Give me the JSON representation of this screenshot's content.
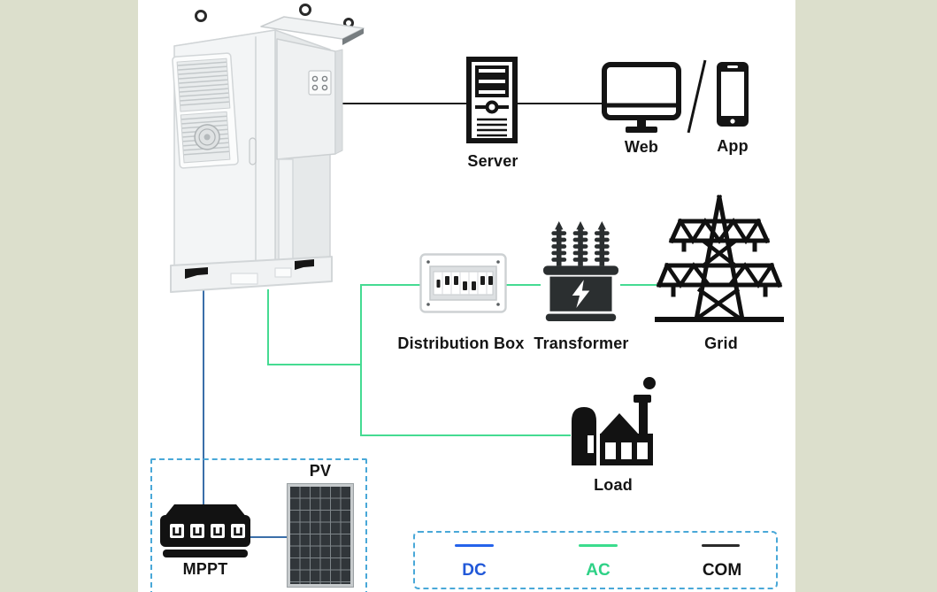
{
  "nodes": {
    "server": {
      "label": "Server"
    },
    "web": {
      "label": "Web"
    },
    "app": {
      "label": "App"
    },
    "web_app_separator": "/",
    "distribution_box": {
      "label": "Distribution Box"
    },
    "transformer": {
      "label": "Transformer"
    },
    "grid": {
      "label": "Grid"
    },
    "load": {
      "label": "Load"
    },
    "mppt": {
      "label": "MPPT"
    },
    "pv": {
      "label": "PV"
    }
  },
  "legend": {
    "items": [
      {
        "label": "DC",
        "color": "#2563eb"
      },
      {
        "label": "AC",
        "color": "#3bdc8d"
      },
      {
        "label": "COM",
        "color": "#1f1f1f"
      }
    ]
  },
  "wires": {
    "dc_color": "#3b6fa9",
    "ac_color": "#45db92",
    "com_color": "#1c1c1c",
    "dashed_border_color": "#49a8d8",
    "side_background_color": "#dcdfcc"
  },
  "icons": {
    "cabinet": "energy-storage-cabinet-icon",
    "server": "server-tower-icon",
    "web": "monitor-icon",
    "app": "smartphone-icon",
    "distribution_box": "breaker-panel-icon",
    "transformer": "transformer-icon",
    "grid": "transmission-tower-icon",
    "load": "factory-building-icon",
    "mppt": "mppt-combiner-icon",
    "pv": "solar-panel-icon"
  },
  "connections": [
    {
      "from": "cabinet",
      "to": "server",
      "type": "COM"
    },
    {
      "from": "server",
      "to": "web-app",
      "type": "COM"
    },
    {
      "from": "cabinet",
      "to": "distribution-box",
      "type": "AC"
    },
    {
      "from": "distribution-box",
      "to": "transformer",
      "type": "AC"
    },
    {
      "from": "transformer",
      "to": "grid",
      "type": "AC"
    },
    {
      "from": "cabinet",
      "to": "load",
      "type": "AC"
    },
    {
      "from": "cabinet",
      "to": "mppt",
      "type": "DC"
    },
    {
      "from": "mppt",
      "to": "pv",
      "type": "DC"
    }
  ]
}
